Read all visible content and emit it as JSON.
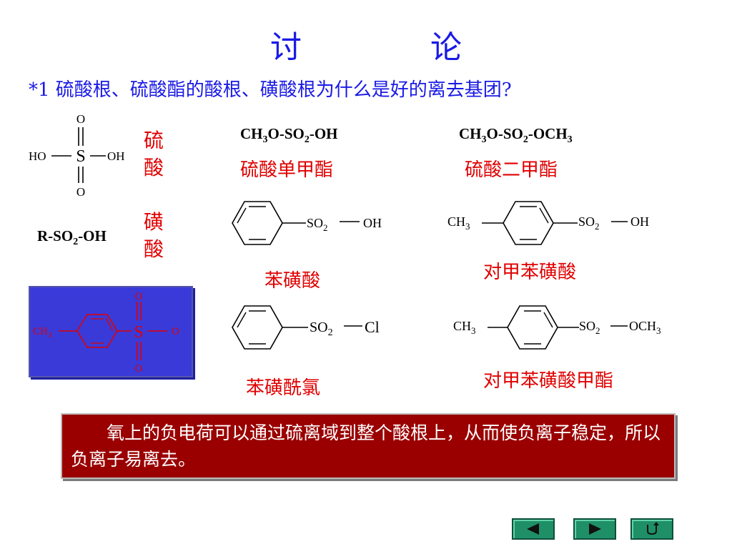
{
  "title": {
    "left": "讨",
    "right": "论"
  },
  "question": "*1 硫酸根、硫酸酯的酸根、磺酸根为什么是好的离去基团?",
  "sulfuric_acid": {
    "atoms": {
      "o_top": "O",
      "o_bottom": "O",
      "s": "S",
      "ho": "HO",
      "oh": "OH"
    },
    "label_chars": [
      "硫",
      "酸"
    ]
  },
  "sulfonic_acid": {
    "formula_parts": [
      "R-SO",
      "2",
      "-OH"
    ],
    "label_chars": [
      "磺",
      "酸"
    ]
  },
  "methyl_sulfate": {
    "formula_parts": [
      "CH",
      "3",
      "O-SO",
      "2",
      "-OH"
    ],
    "name": "硫酸单甲酯"
  },
  "dimethyl_sulfate": {
    "formula_parts": [
      "CH",
      "3",
      "O-SO",
      "2",
      "-OCH",
      "3"
    ],
    "name": "硫酸二甲酯"
  },
  "benzenesulfonic_acid": {
    "so2": "SO",
    "so2_sub": "2",
    "end": "OH",
    "name": "苯磺酸"
  },
  "tosic_acid": {
    "ch3": "CH",
    "ch3_sub": "3",
    "so2": "SO",
    "so2_sub": "2",
    "end": "OH",
    "name": "对甲苯磺酸"
  },
  "benzenesulfonyl_chloride": {
    "so2": "SO",
    "so2_sub": "2",
    "end": "Cl",
    "name": "苯磺酰氯"
  },
  "methyl_tosylate": {
    "ch3": "CH",
    "ch3_sub": "3",
    "so2": "SO",
    "so2_sub": "2",
    "end": "OCH",
    "end_sub": "3",
    "name": "对甲苯磺酸甲酯"
  },
  "tosylate_anion_box": {
    "o_top": "O",
    "o_bottom": "O",
    "o_right": "O",
    "s": "S",
    "ch3": "CH",
    "ch3_sub": "3"
  },
  "conclusion": {
    "text": "氧上的负电荷可以通过硫离域到整个酸根上，从而使负离子稳定，所以负离子易离去。"
  },
  "nav": {
    "prev_icon": "triangle-left-icon",
    "next_icon": "triangle-right-icon",
    "return_icon": "return-arrow-icon"
  },
  "colors": {
    "blue": "#1a1ae6",
    "red": "#e00000",
    "dark_red": "#9a0000",
    "box_blue": "#3a3ad9",
    "nav_green": "#1f8f67"
  }
}
